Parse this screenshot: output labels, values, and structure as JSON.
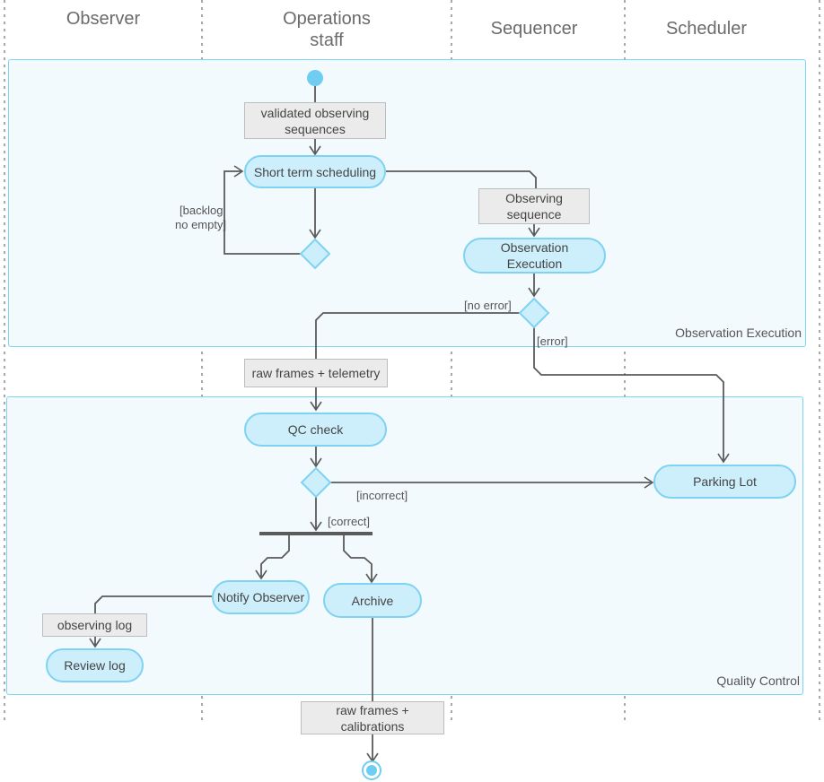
{
  "lanes": {
    "observer": "Observer",
    "operations_line1": "Operations",
    "operations_line2": "staff",
    "sequencer": "Sequencer",
    "scheduler": "Scheduler"
  },
  "regions": {
    "observation_execution": "Observation Execution",
    "quality_control": "Quality Control"
  },
  "objects": {
    "validated_l1": "validated observing",
    "validated_l2": "sequences",
    "observing_seq_l1": "Observing",
    "observing_seq_l2": "sequence",
    "raw_telemetry": "raw frames + telemetry",
    "observing_log": "observing log",
    "raw_calib_l1": "raw frames +",
    "raw_calib_l2": "calibrations"
  },
  "activities": {
    "short_term": "Short term scheduling",
    "obs_exec_l1": "Observation",
    "obs_exec_l2": "Execution",
    "qc_check": "QC check",
    "parking_lot": "Parking Lot",
    "notify_observer": "Notify Observer",
    "archive": "Archive",
    "review_log": "Review log"
  },
  "guards": {
    "backlog_l1": "[backlog",
    "backlog_l2": "no empty]",
    "no_error": "[no error]",
    "error": "[error]",
    "incorrect": "[incorrect]",
    "correct": "[correct]"
  },
  "colors": {
    "region_border": "#7fd3f2",
    "region_fill": "#f3fafd",
    "activity_fill": "#cdeefb",
    "object_fill": "#ebebeb",
    "line": "#5a5a5a"
  }
}
